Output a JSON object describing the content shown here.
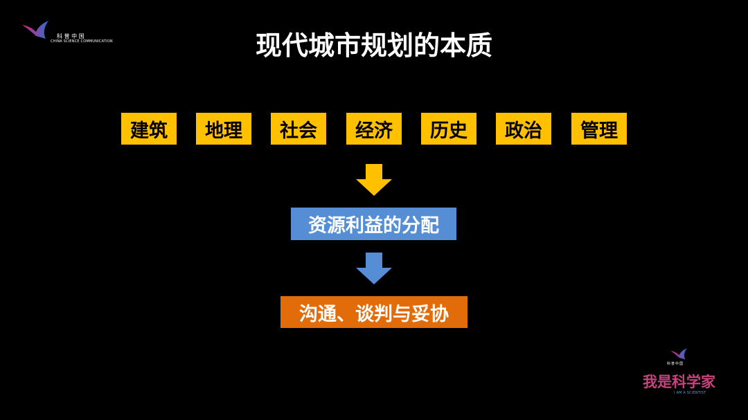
{
  "title": "现代城市规划的本质",
  "categories": [
    "建筑",
    "地理",
    "社会",
    "经济",
    "历史",
    "政治",
    "管理"
  ],
  "result_1": "资源利益的分配",
  "result_2": "沟通、谈判与妥协",
  "logo_top": {
    "cn": "科 普 中 国",
    "en": "CHINA SCIENCE COMMUNICATION"
  },
  "logo_bottom": {
    "small_cn": "科普中国",
    "cn": "我是科学家",
    "en": "I AM A SCIENTIST"
  },
  "colors": {
    "yellow": "#FFC000",
    "blue": "#558ED5",
    "orange": "#E36C0A"
  }
}
